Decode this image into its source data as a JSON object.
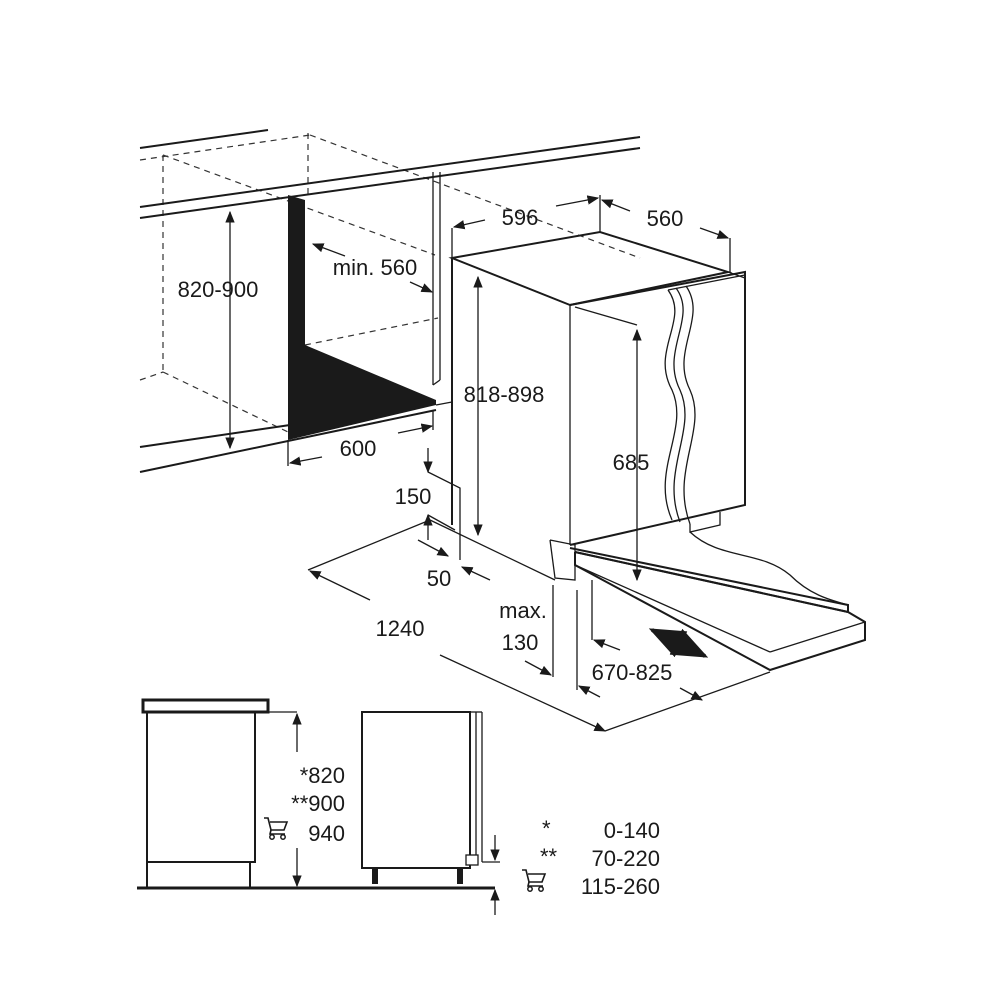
{
  "colors": {
    "ink": "#1a1a1a",
    "background": "#ffffff"
  },
  "niche": {
    "height": "820-900",
    "depth": "min. 560",
    "width": "600"
  },
  "appliance": {
    "width": "596",
    "depth": "560",
    "height": "818-898",
    "door_height": "685"
  },
  "clearances": {
    "top_gap": "150",
    "side_gap": "50",
    "total_depth": "1240",
    "plinth": {
      "prefix": "max.",
      "value": "130"
    },
    "door_open": "670-825"
  },
  "side_view": {
    "heights": [
      {
        "mark": "*",
        "value": "820"
      },
      {
        "mark": "**",
        "value": "900"
      },
      {
        "mark": "cart-icon",
        "value": "940"
      }
    ],
    "plinth_ranges": [
      {
        "mark": "*",
        "value": "0-140"
      },
      {
        "mark": "**",
        "value": "70-220"
      },
      {
        "mark": "cart-icon",
        "value": "115-260"
      }
    ]
  }
}
